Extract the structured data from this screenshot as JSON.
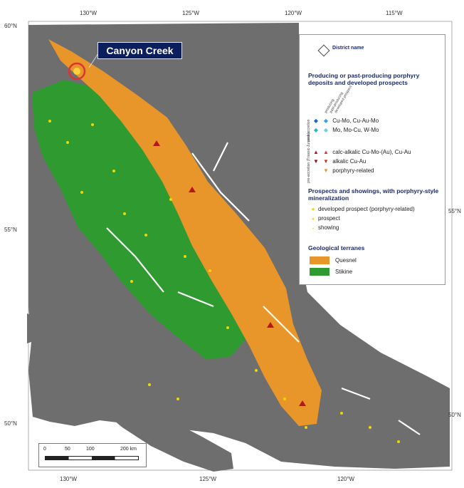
{
  "map": {
    "callout": "Canyon Creek",
    "top_longitudes": [
      "130°W",
      "125°W",
      "120°W",
      "115°W"
    ],
    "bottom_longitudes": [
      "130°W",
      "125°W",
      "120°W"
    ],
    "left_latitudes": [
      "60°N",
      "55°N",
      "50°N"
    ],
    "right_latitudes": [
      "55°N",
      "50°N"
    ],
    "scale": {
      "labels": [
        "0",
        "50",
        "100",
        "200 km"
      ]
    },
    "colors": {
      "ocean": "#ffffff",
      "land": "#6e6e6e",
      "quesnel": "#e8962a",
      "stikine": "#2f9a2f",
      "water": "#ffffff",
      "developed_prospect": "#f2d600",
      "callout_box": "#0d1e5e"
    }
  },
  "legend": {
    "district_name": "District name",
    "producing_heading": "Producing or past-producing porphyry deposits and developed prospects",
    "col_labels": [
      "producing",
      "past-producing",
      "developed prospect"
    ],
    "post_accretion_label": "post-accretion",
    "pre_accretion_label": "pre-accretion (Triassic-Jurassic)",
    "post_items": [
      "Cu-Mo, Cu-Au-Mo",
      "Mo, Mo-Cu, W-Mo"
    ],
    "pre_items": [
      "calc-alkalic Cu-Mo-(Au), Cu-Au",
      "alkalic Cu-Au",
      "porphyry-related"
    ],
    "prospects_heading": "Prospects and showings, with porphyry-style mineralization",
    "prospect_items": [
      "developed prospect (porphyry-related)",
      "prospect",
      "showing"
    ],
    "terranes_heading": "Geological terranes",
    "terranes": [
      "Quesnel",
      "Stikine"
    ]
  }
}
